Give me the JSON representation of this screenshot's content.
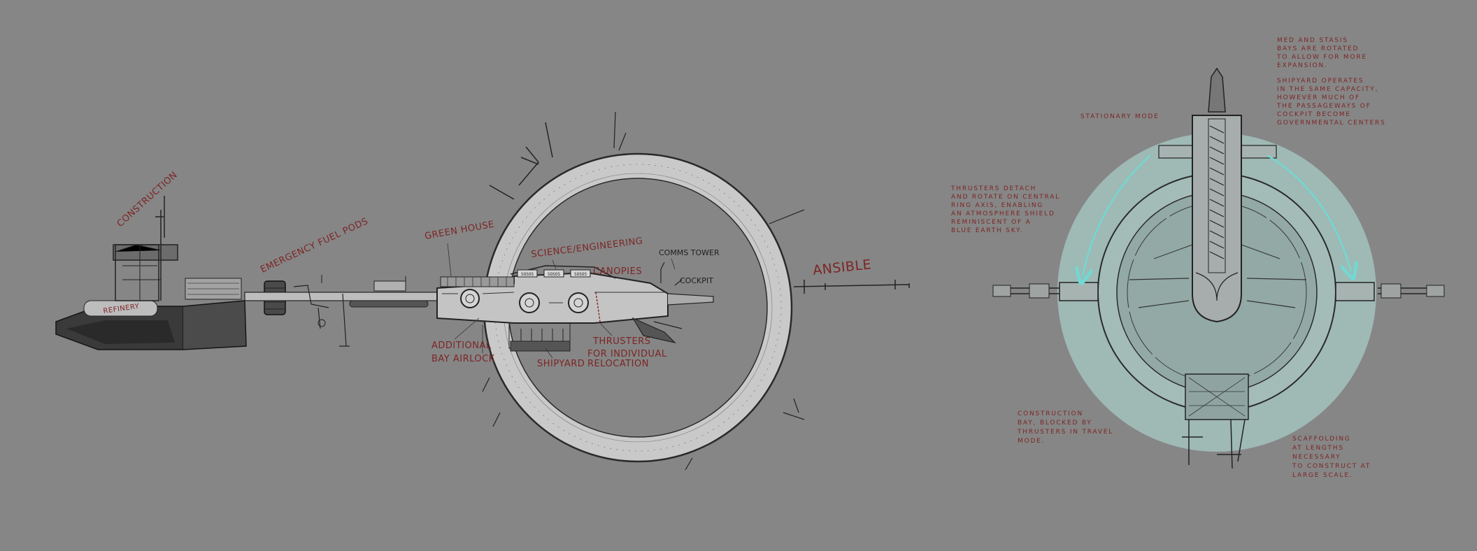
{
  "left_sketch": {
    "labels": {
      "construction": "CONSTRUCTION",
      "emergency_fuel_pods": "EMERGENCY FUEL PODS",
      "greenhouse": "GREEN HOUSE",
      "science_engineering": "SCIENCE/ENGINEERING",
      "comms_tower": "COMMS TOWER",
      "cockpit": "COCKPIT",
      "ansible": "ANSIBLE",
      "canopies": "CANOPIES",
      "additional_bay_airlock_1": "ADDITIONAL",
      "additional_bay_airlock_2": "BAY AIRLOCK",
      "shipyard": "SHIPYARD",
      "thrusters_1": "THRUSTERS",
      "thrusters_2": "FOR INDIVIDUAL",
      "thrusters_3": "RELOCATION",
      "refinery": "REFINERY"
    },
    "hull_markings": [
      "SOSOS",
      "SOSOS",
      "SOSOS"
    ]
  },
  "right_sketch": {
    "stationary_mode": "STATIONARY MODE",
    "notes": {
      "top_right": [
        "MED AND STASIS",
        "BAYS ARE ROTATED",
        "TO ALLOW FOR MORE",
        "EXPANSION.",
        "",
        "SHIPYARD OPERATES",
        "IN THE SAME CAPACITY,",
        "HOWEVER MUCH OF",
        "THE PASSAGEWAYS OF",
        "COCKPIT BECOME",
        "GOVERNMENTAL CENTERS"
      ],
      "left": [
        "THRUSTERS DETACH",
        "AND ROTATE ON CENTRAL",
        "RING AXIS, ENABLING",
        "AN ATMOSPHERE SHIELD",
        "REMINISCENT OF A",
        "BLUE EARTH SKY."
      ],
      "bottom_left": [
        "CONSTRUCTION",
        "BAY, BLOCKED BY",
        "THRUSTERS IN TRAVEL",
        "MODE."
      ],
      "bottom_right": [
        "SCAFFOLDING",
        "AT LENGTHS",
        "NECESSARY",
        "TO CONSTRUCT AT",
        "LARGE SCALE."
      ]
    }
  },
  "colors": {
    "background": "#868686",
    "annotation_red": "#7d2525",
    "shield_teal": "#9fb9b5",
    "arrow_cyan": "#72d8d2"
  }
}
